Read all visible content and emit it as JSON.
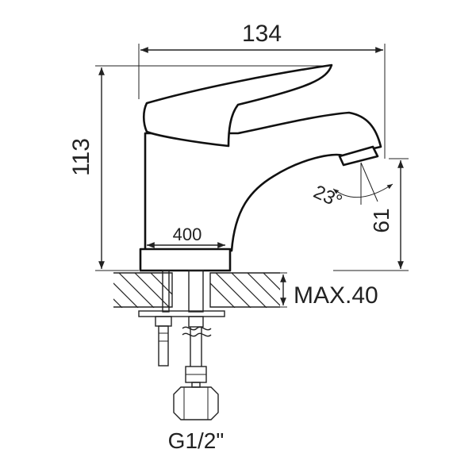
{
  "diagram": {
    "dimensions": {
      "overall_width": "134",
      "overall_height": "113",
      "base_width": "400",
      "spout_height": "61",
      "spout_angle": "23°",
      "max_counter_thickness": "MAX.40",
      "connection_thread": "G1/2\""
    }
  }
}
